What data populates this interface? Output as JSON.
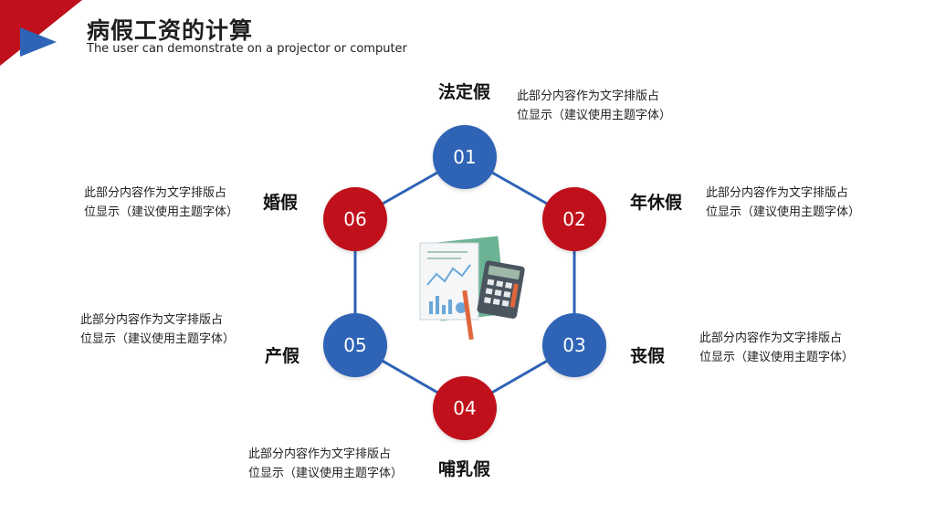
{
  "header": {
    "title": "病假工资的计算",
    "subtitle": "The user can demonstrate on a projector or computer"
  },
  "colors": {
    "blue": "#2e63b5",
    "red": "#c0101b",
    "ring": "#2e63b5"
  },
  "center_icon": "documents-chart-calculator-icon",
  "items": [
    {
      "num": "01",
      "label": "法定假",
      "color": "blue",
      "desc_line1": "此部分内容作为文字排版占",
      "desc_line2": "位显示（建议使用主题字体）"
    },
    {
      "num": "02",
      "label": "年休假",
      "color": "red",
      "desc_line1": "此部分内容作为文字排版占",
      "desc_line2": "位显示（建议使用主题字体）"
    },
    {
      "num": "03",
      "label": "丧假",
      "color": "blue",
      "desc_line1": "此部分内容作为文字排版占",
      "desc_line2": "位显示（建议使用主题字体）"
    },
    {
      "num": "04",
      "label": "哺乳假",
      "color": "red",
      "desc_line1": "此部分内容作为文字排版占",
      "desc_line2": "位显示（建议使用主题字体）"
    },
    {
      "num": "05",
      "label": "产假",
      "color": "blue",
      "desc_line1": "此部分内容作为文字排版占",
      "desc_line2": "位显示（建议使用主题字体）"
    },
    {
      "num": "06",
      "label": "婚假",
      "color": "red",
      "desc_line1": "此部分内容作为文字排版占",
      "desc_line2": "位显示（建议使用主题字体）"
    }
  ]
}
